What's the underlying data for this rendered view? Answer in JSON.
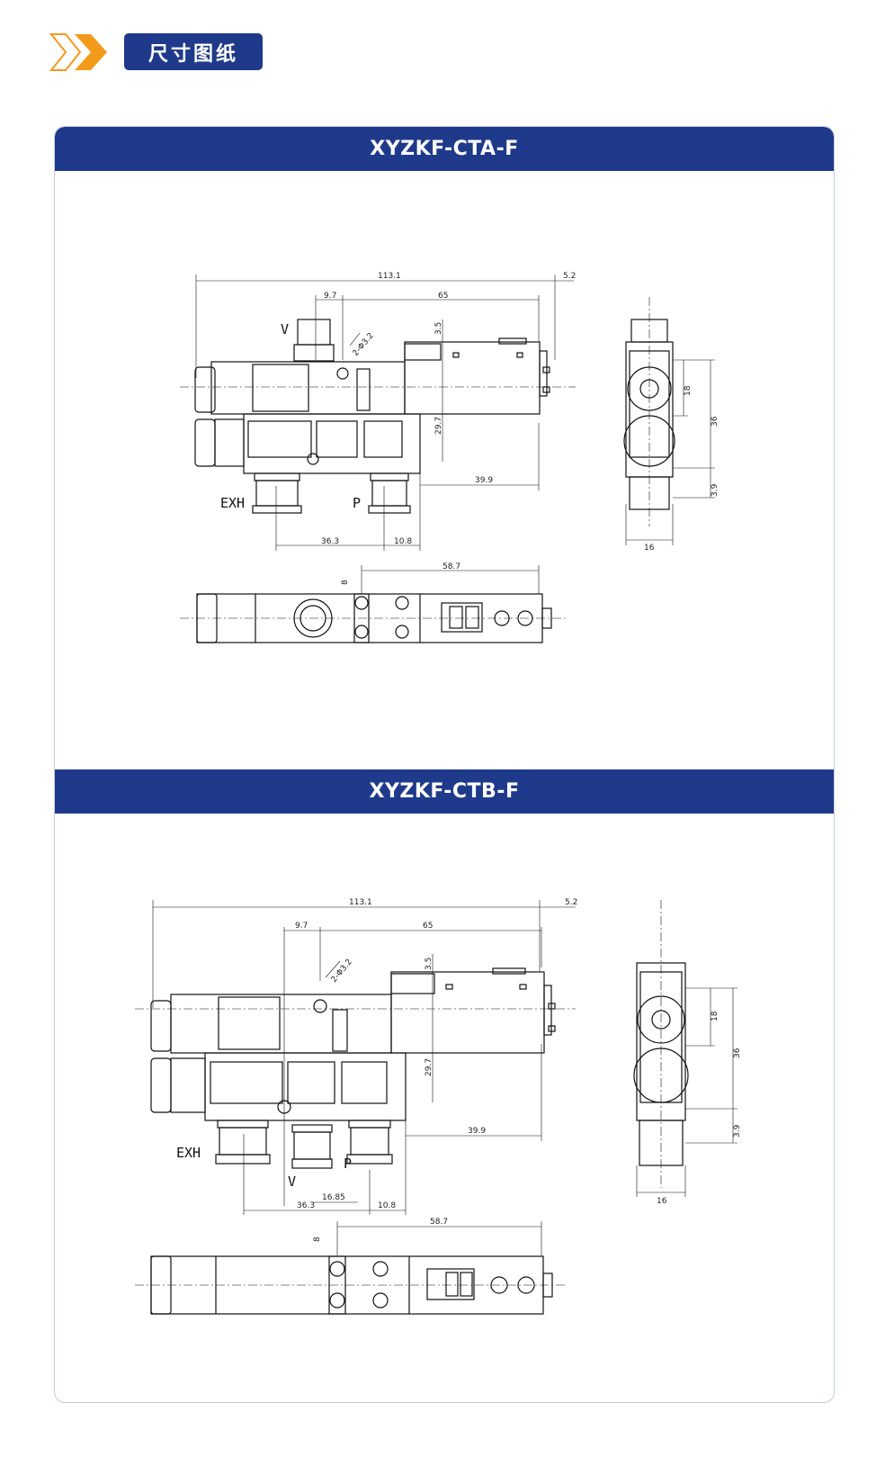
{
  "header": {
    "title": "尺寸图纸",
    "colors": {
      "brand_blue": "#1f3a8a",
      "accent_orange": "#f39a1b"
    }
  },
  "drawings": [
    {
      "model": "XYZKF-CTA-F",
      "dims": {
        "total_length": "113.1",
        "offset_right": "5.2",
        "left_offset": "9.7",
        "span": "65",
        "top_height": "3.5",
        "side_height": "29.7",
        "bottom_right": "39.9",
        "exh_spacing": "36.3",
        "p_spacing": "10.8",
        "hole": "2-Φ3.2",
        "side_h1": "18",
        "side_h2": "36",
        "side_h3": "3.9",
        "side_w": "16",
        "bottom_w": "58.7",
        "bottom_h": "8"
      },
      "ports": {
        "exh": "EXH",
        "v": "V",
        "p": "P"
      }
    },
    {
      "model": "XYZKF-CTB-F",
      "dims": {
        "total_length": "113.1",
        "offset_right": "5.2",
        "left_offset": "9.7",
        "span": "65",
        "top_height": "3.5",
        "side_height": "29.7",
        "bottom_right": "39.9",
        "exh_spacing": "36.3",
        "p_spacing": "10.8",
        "v_spacing": "16.85",
        "hole": "2-Φ3.2",
        "side_h1": "18",
        "side_h2": "36",
        "side_h3": "3.9",
        "side_w": "16",
        "bottom_w": "58.7",
        "bottom_h": "8"
      },
      "ports": {
        "exh": "EXH",
        "v": "V",
        "p": "P"
      }
    }
  ]
}
